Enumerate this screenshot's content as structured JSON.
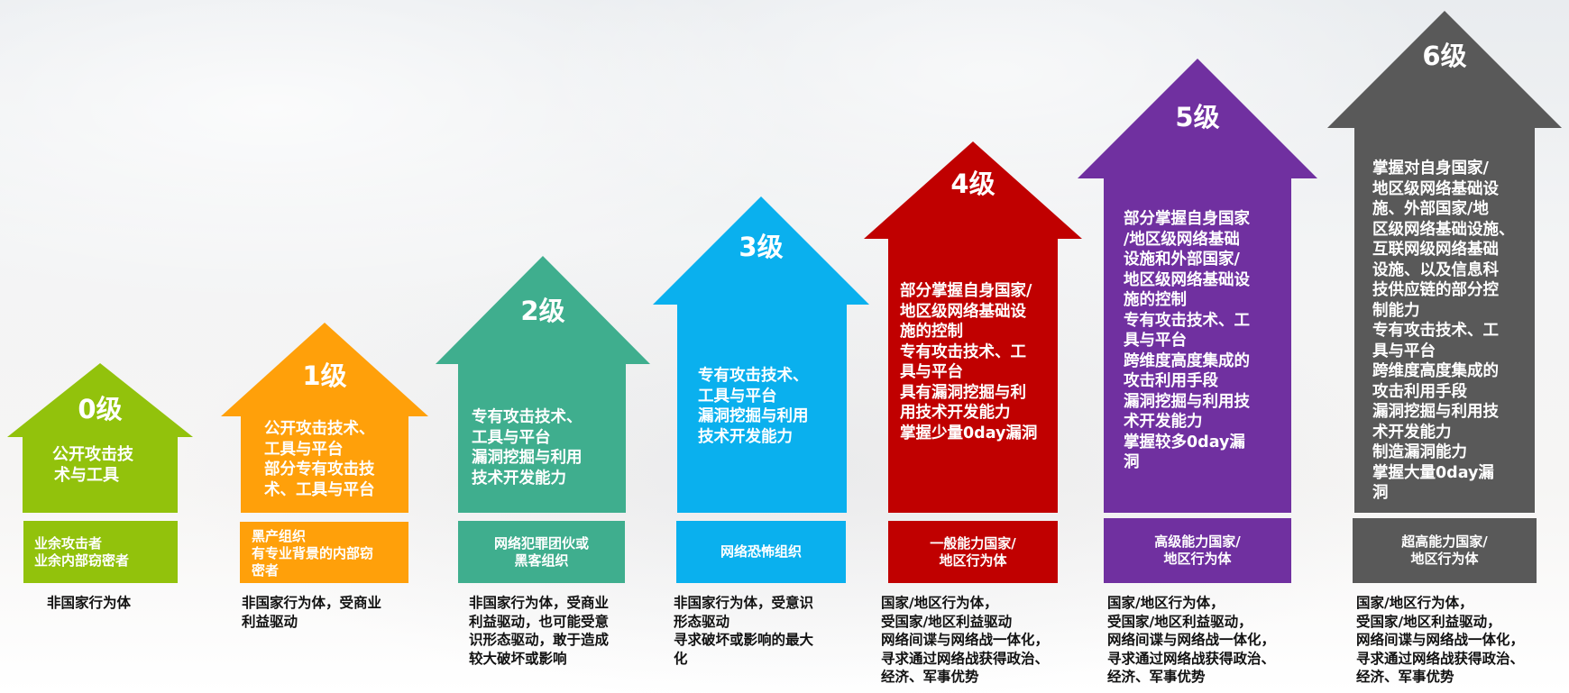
{
  "levels": [
    {
      "title": "0级",
      "color": "#92c20c",
      "capabilities": [
        "公开攻击技",
        "术与工具"
      ],
      "actors": [
        "业余攻击者",
        "业余内部窃密者"
      ],
      "description": [
        "非国家行为体"
      ]
    },
    {
      "title": "1级",
      "color": "#ffa00a",
      "capabilities": [
        "公开攻击技术、",
        "工具与平台",
        "部分专有攻击技",
        "术、工具与平台"
      ],
      "actors": [
        "黑产组织",
        "有专业背景的内部窃",
        "密者"
      ],
      "description": [
        "非国家行为体，受商业",
        "利益驱动"
      ]
    },
    {
      "title": "2级",
      "color": "#3fae8e",
      "capabilities": [
        "专有攻击技术、",
        "工具与平台",
        "漏洞挖掘与利用",
        "技术开发能力"
      ],
      "actors": [
        "网络犯罪团伙或",
        "黑客组织"
      ],
      "description": [
        "非国家行为体，受商业",
        "利益驱动，也可能受意",
        "识形态驱动，敢于造成",
        "较大破坏或影响"
      ]
    },
    {
      "title": "3级",
      "color": "#0ab0ee",
      "capabilities": [
        "专有攻击技术、",
        "工具与平台",
        "漏洞挖掘与利用",
        "技术开发能力"
      ],
      "actors": [
        "网络恐怖组织"
      ],
      "description": [
        "非国家行为体，受意识",
        "形态驱动",
        "寻求破坏或影响的最大",
        "化"
      ]
    },
    {
      "title": "4级",
      "color": "#c00000",
      "capabilities": [
        "部分掌握自身国家/",
        "地区级网络基础设",
        "施的控制",
        "专有攻击技术、工",
        "具与平台",
        "具有漏洞挖掘与利",
        "用技术开发能力",
        "掌握少量0day漏洞"
      ],
      "actors": [
        "一般能力国家/",
        "地区行为体"
      ],
      "description": [
        "国家/地区行为体，",
        "受国家/地区利益驱动",
        "网络间谍与网络战一体化，",
        "寻求通过网络战获得政治、",
        "经济、军事优势"
      ]
    },
    {
      "title": "5级",
      "color": "#7030a0",
      "capabilities": [
        "部分掌握自身国家",
        "/地区级网络基础",
        "设施和外部国家/",
        "地区级网络基础设",
        "施的控制",
        "专有攻击技术、工",
        "具与平台",
        "跨维度高度集成的",
        "攻击利用手段",
        "漏洞挖掘与利用技",
        "术开发能力",
        "掌握较多0day漏",
        "洞"
      ],
      "actors": [
        "高级能力国家/",
        "地区行为体"
      ],
      "description": [
        "国家/地区行为体，",
        "受国家/地区利益驱动，",
        "网络间谍与网络战一体化，",
        "寻求通过网络战获得政治、",
        "经济、军事优势"
      ]
    },
    {
      "title": "6级",
      "color": "#595959",
      "capabilities": [
        "掌握对自身国家/",
        "地区级网络基础设",
        "施、外部国家/地",
        "区级网络基础设施、",
        "互联网级网络基础",
        "设施、以及信息科",
        "技供应链的部分控",
        "制能力",
        "专有攻击技术、工",
        "具与平台",
        "跨维度高度集成的",
        "攻击利用手段",
        "漏洞挖掘与利用技",
        "术开发能力",
        "制造漏洞能力",
        "掌握大量0day漏",
        "洞"
      ],
      "actors": [
        "超高能力国家/",
        "地区行为体"
      ],
      "description": [
        "国家/地区行为体，",
        "受国家/地区利益驱动，",
        "网络间谍与网络战一体化，",
        "寻求通过网络战获得政治、",
        "经济、军事优势"
      ]
    }
  ]
}
